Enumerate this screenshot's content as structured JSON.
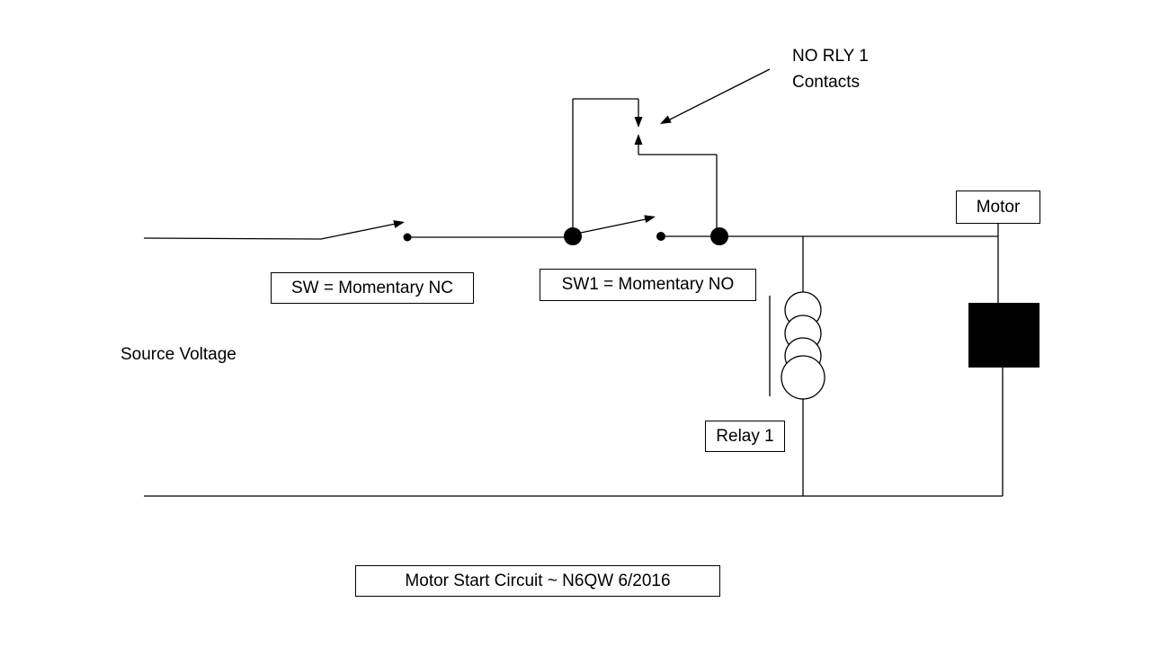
{
  "slide": {
    "title": "Motor Start Circuit ~ N6QW 6/2016"
  },
  "colors": {
    "background": "#ffffff",
    "line": "#000000",
    "motor_fill": "#000000",
    "coil_fill": "#ffffff"
  },
  "labels": {
    "no_rly_contacts": "NO RLY 1\nContacts",
    "motor": "Motor",
    "sw_nc": "SW = Momentary NC",
    "sw1_no": "SW1 = Momentary NO",
    "source_voltage": "Source Voltage",
    "relay1": "Relay 1",
    "title": "Motor Start Circuit ~ N6QW 6/2016"
  }
}
